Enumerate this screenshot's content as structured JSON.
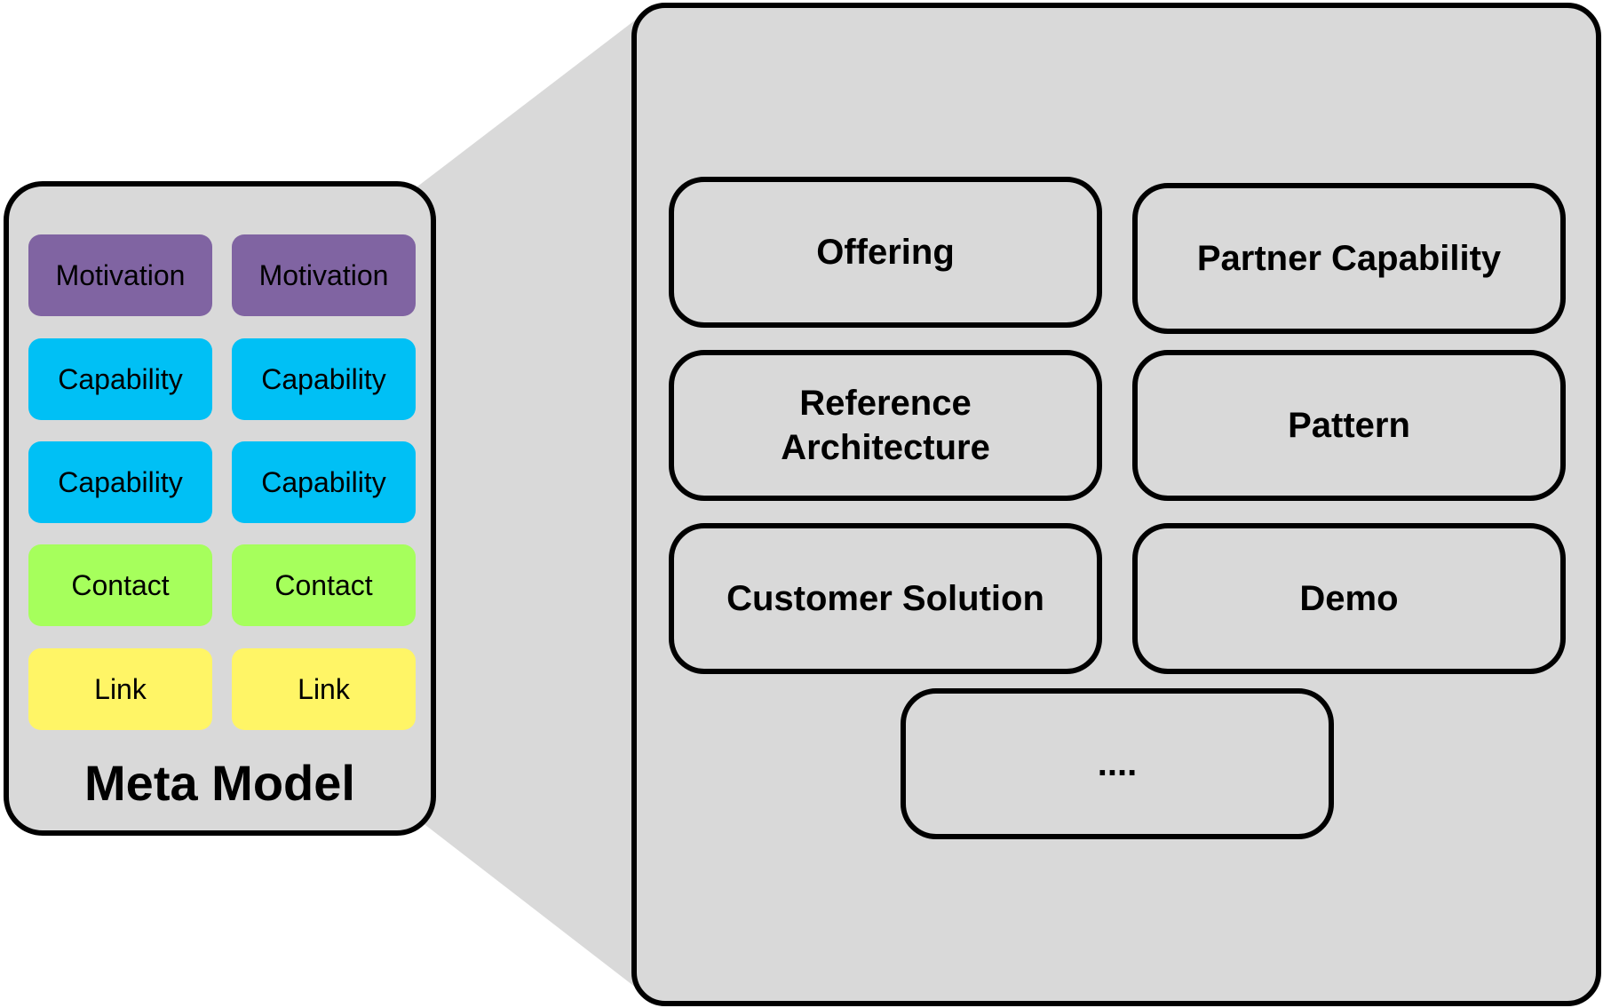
{
  "colors": {
    "background": "#ffffff",
    "panel_fill": "#d9d9d9",
    "outline": "#000000",
    "motivation": "#8064a2",
    "capability": "#00c0f5",
    "contact": "#a6ff5c",
    "link": "#fff566"
  },
  "meta_model": {
    "title": "Meta Model",
    "rows": [
      {
        "kind": "motivation",
        "labels": [
          "Motivation",
          "Motivation"
        ]
      },
      {
        "kind": "capability",
        "labels": [
          "Capability",
          "Capability"
        ]
      },
      {
        "kind": "capability",
        "labels": [
          "Capability",
          "Capability"
        ]
      },
      {
        "kind": "contact",
        "labels": [
          "Contact",
          "Contact"
        ]
      },
      {
        "kind": "link",
        "labels": [
          "Link",
          "Link"
        ]
      }
    ]
  },
  "detail": {
    "cards": [
      {
        "label": "Offering"
      },
      {
        "label": "Partner Capability"
      },
      {
        "label": "Reference Architecture"
      },
      {
        "label": "Pattern"
      },
      {
        "label": "Customer Solution"
      },
      {
        "label": "Demo"
      },
      {
        "label": "...."
      }
    ]
  }
}
